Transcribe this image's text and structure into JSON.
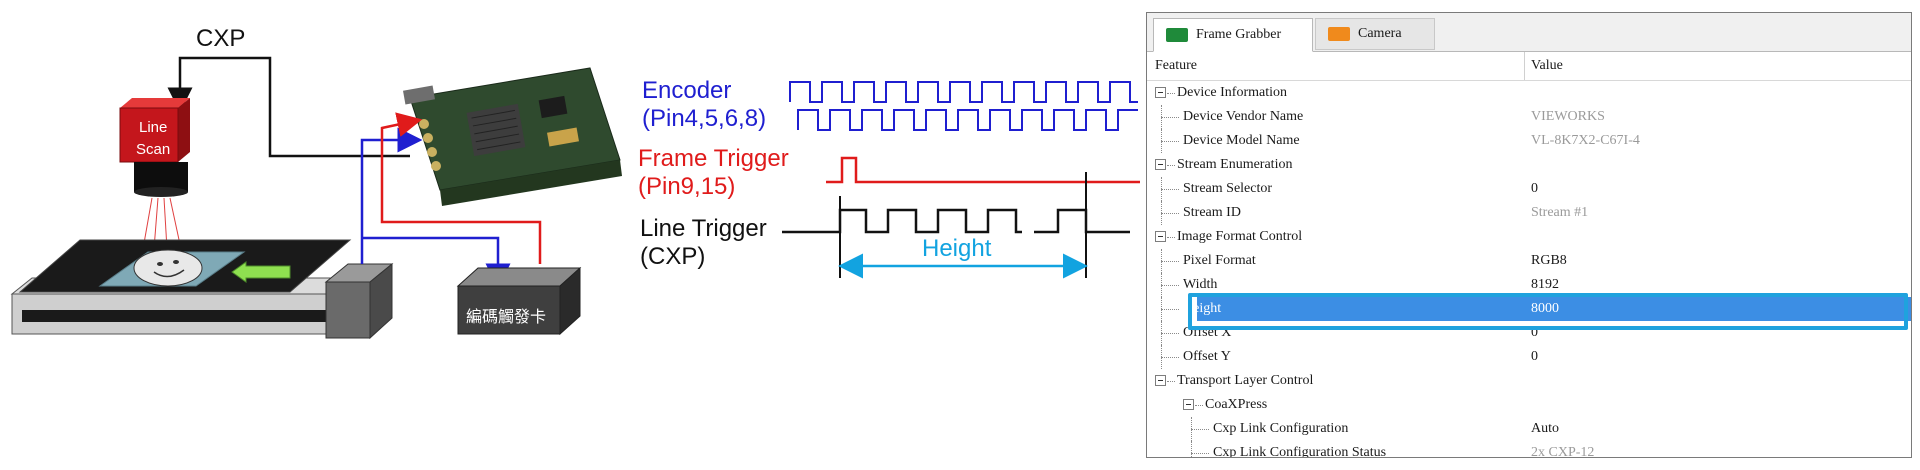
{
  "diagram": {
    "cxp_top_label": "CXP",
    "camera_label_line1": "Line",
    "camera_label_line2": "Scan",
    "encoder_card_label": "編碼觸發卡",
    "encoder_label": "Encoder",
    "encoder_pins": "(Pin4,5,6,8)",
    "frame_trigger_label": "Frame Trigger",
    "frame_trigger_pins": "(Pin9,15)",
    "line_trigger_label": "Line Trigger",
    "line_trigger_source": "(CXP)",
    "height_label": "Height",
    "colors": {
      "encoder_blue": "#1f1fd0",
      "frame_red": "#e01b1b",
      "height_cyan": "#12a3e0",
      "camera_red": "#c4161c"
    }
  },
  "panel": {
    "tabs": [
      {
        "label": "Frame Grabber",
        "icon": "frame-grabber-icon",
        "active": true
      },
      {
        "label": "Camera",
        "icon": "camera-icon",
        "active": false
      }
    ],
    "columns": {
      "feature": "Feature",
      "value": "Value"
    },
    "rows": [
      {
        "name": "Device Information",
        "value": "",
        "level": 0,
        "group": true
      },
      {
        "name": "Device Vendor Name",
        "value": "VIEWORKS",
        "level": 1,
        "dim": true
      },
      {
        "name": "Device Model Name",
        "value": "VL-8K7X2-C67I-4",
        "level": 1,
        "dim": true
      },
      {
        "name": "Stream Enumeration",
        "value": "",
        "level": 0,
        "group": true
      },
      {
        "name": "Stream Selector",
        "value": "0",
        "level": 1
      },
      {
        "name": "Stream ID",
        "value": "Stream #1",
        "level": 1,
        "dim": true
      },
      {
        "name": "Image Format Control",
        "value": "",
        "level": 0,
        "group": true
      },
      {
        "name": "Pixel Format",
        "value": "RGB8",
        "level": 1
      },
      {
        "name": "Width",
        "value": "8192",
        "level": 1
      },
      {
        "name": "Height",
        "value": "8000",
        "level": 1,
        "selected": true
      },
      {
        "name": "Offset X",
        "value": "0",
        "level": 1
      },
      {
        "name": "Offset Y",
        "value": "0",
        "level": 1
      },
      {
        "name": "Transport Layer Control",
        "value": "",
        "level": 0,
        "group": true
      },
      {
        "name": "CoaXPress",
        "value": "",
        "level": 1,
        "group": true
      },
      {
        "name": "Cxp Link Configuration",
        "value": "Auto",
        "level": 2
      },
      {
        "name": "Cxp Link Configuration Status",
        "value": "2x CXP-12",
        "level": 2,
        "dim": true
      }
    ]
  }
}
